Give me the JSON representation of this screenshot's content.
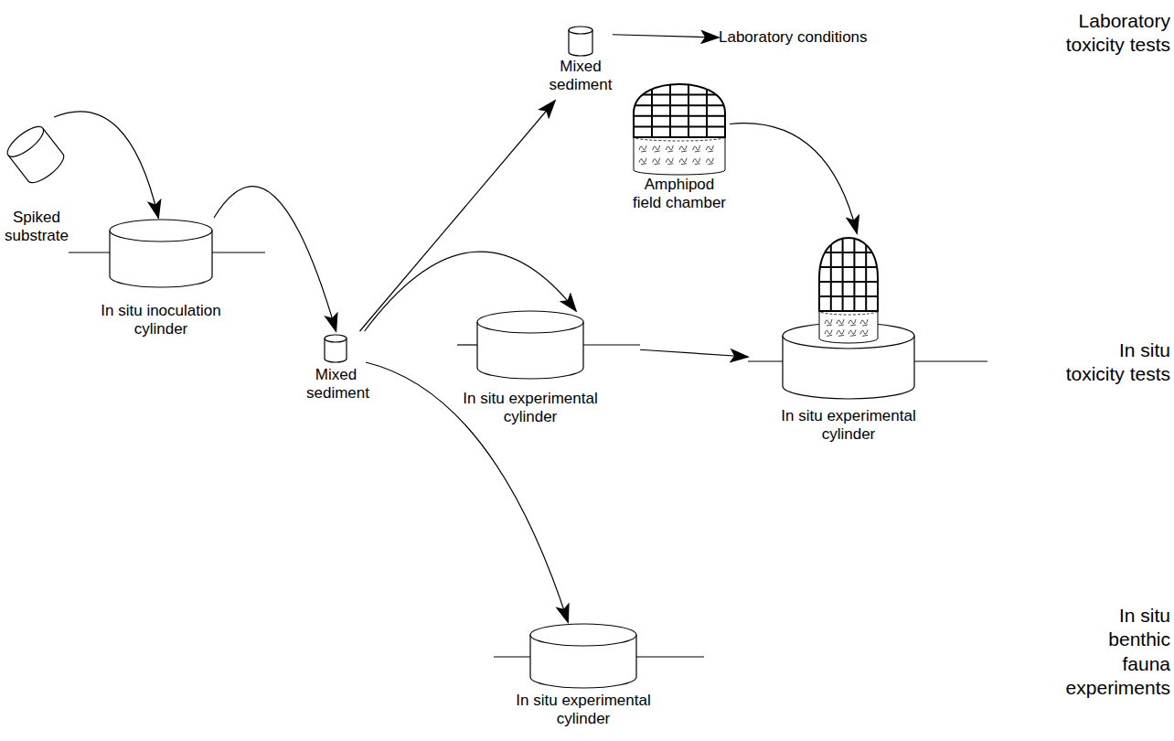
{
  "diagram": {
    "nodes": [
      {
        "text": [
          "Spiked substrate"
        ]
      },
      {
        "text": [
          "In situ inoculation cylinder"
        ]
      },
      {
        "text": [
          "Mixed sediment"
        ]
      },
      {
        "text": [
          "Mixed sediment"
        ]
      },
      {
        "text": [
          "Laboratory conditions"
        ]
      },
      {
        "text": [
          "Amphipod field chamber"
        ]
      },
      {
        "text": [
          "In situ experimental cylinder"
        ]
      },
      {
        "text": [
          "In situ experimental cylinder"
        ]
      },
      {
        "text": [
          "In situ experimental cylinder"
        ]
      }
    ],
    "edges": [
      {
        "from": 0,
        "to": 1,
        "arrow": "to"
      },
      {
        "from": 1,
        "to": 2,
        "arrow": "to"
      },
      {
        "from": 2,
        "to": 3,
        "arrow": "to"
      },
      {
        "from": 3,
        "to": 4,
        "arrow": "to"
      },
      {
        "from": 2,
        "to": 6,
        "arrow": "to"
      },
      {
        "from": 6,
        "to": 7,
        "arrow": "to"
      },
      {
        "from": 5,
        "to": 7,
        "arrow": "to"
      },
      {
        "from": 2,
        "to": 8,
        "arrow": "to"
      }
    ],
    "labels": [
      "Laboratory toxicity tests",
      "In situ toxicity tests",
      "In situ benthic fauna experiments"
    ]
  }
}
